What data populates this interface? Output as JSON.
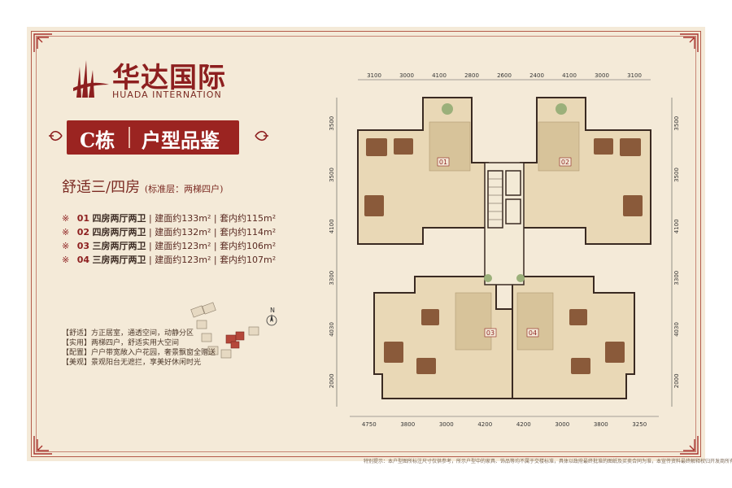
{
  "brand": {
    "name_cn": "华达国际",
    "name_en": "HUADA INTERNATION"
  },
  "banner": {
    "building": "C栋",
    "title": "户型品鉴"
  },
  "subtitle": {
    "main": "舒适三/四房",
    "note": "(标准层：两梯四户)"
  },
  "units": [
    {
      "star": "※",
      "code": "01",
      "type": "四房两厅两卫",
      "area1": "建面约133m²",
      "area2": "套内约115m²"
    },
    {
      "star": "※",
      "code": "02",
      "type": "四房两厅两卫",
      "area1": "建面约132m²",
      "area2": "套内约114m²"
    },
    {
      "star": "※",
      "code": "03",
      "type": "三房两厅两卫",
      "area1": "建面约123m²",
      "area2": "套内约106m²"
    },
    {
      "star": "※",
      "code": "04",
      "type": "三房两厅两卫",
      "area1": "建面约123m²",
      "area2": "套内约107m²"
    }
  ],
  "features": [
    "【舒适】方正居室，通透空间，动静分区",
    "【实用】两梯四户，舒适实用大空间",
    "【配置】户户带宽敞入户花园，奢景飘窗全赠送",
    "【美观】景观阳台无遮拦，享美好休闲时光"
  ],
  "compass": "N",
  "plan": {
    "top_dims": [
      "3100",
      "3000",
      "4100",
      "2800",
      "2600",
      "2400",
      "4100",
      "3000",
      "3100"
    ],
    "bottom_dims": [
      "4750",
      "3800",
      "3000",
      "4200",
      "4200",
      "3000",
      "3800",
      "3250"
    ],
    "left_dims": [
      "3500",
      "3500",
      "4100",
      "3300",
      "4030",
      "2000"
    ],
    "right_dims": [
      "3500",
      "3500",
      "4100",
      "3300",
      "4030",
      "2000"
    ],
    "unit_tags": [
      "01",
      "02",
      "03",
      "04"
    ]
  },
  "footnote": "特别提示：本户型图所标注尺寸仅供参考，所示户型中的家具、饰品等均不属于交楼标准，具体以政府最终批准的图纸及买卖合同为准，本宣传资料最终解释权归开发商所有。",
  "colors": {
    "brand_red": "#9b2421",
    "paper": "#f4ead8",
    "wall": "#3a2a22"
  }
}
